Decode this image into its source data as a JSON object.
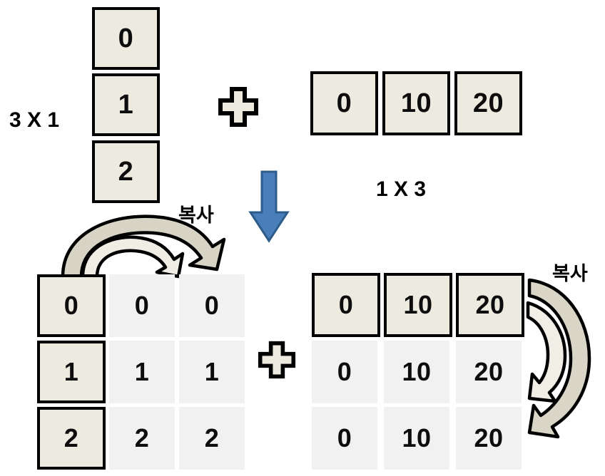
{
  "diagram": {
    "title": "NumPy broadcasting: 3x1 column plus 1x3 row",
    "colors": {
      "box_fill": "#EDEAE0",
      "ghost_fill": "#F1F1F1",
      "box_stroke": "#000000",
      "arrow_blue": "#4A7EBB",
      "arrow_blue_stroke": "#2E5C8A",
      "arrow_grey_fill": "#C9C9BC",
      "arrow_cream_fill": "#E8E4D6",
      "text": "#0D0D0D",
      "background": "#FFFFFF"
    }
  },
  "top": {
    "left_operand": {
      "shape_label": "3 X 1",
      "values": [
        "0",
        "1",
        "2"
      ]
    },
    "operator": "+",
    "right_operand": {
      "shape_label": "1 X 3",
      "values": [
        "0",
        "10",
        "20"
      ]
    },
    "transform_arrow": "down-arrow"
  },
  "bottom": {
    "copy_label_left": "복사",
    "copy_label_right": "복사",
    "operator": "+",
    "left_grid": {
      "rows": [
        [
          "0",
          "0",
          "0"
        ],
        [
          "1",
          "1",
          "1"
        ],
        [
          "2",
          "2",
          "2"
        ]
      ],
      "source_column_index": 0
    },
    "right_grid": {
      "rows": [
        [
          "0",
          "10",
          "20"
        ],
        [
          "0",
          "10",
          "20"
        ],
        [
          "0",
          "10",
          "20"
        ]
      ],
      "source_row_index": 0
    }
  },
  "icons": {
    "plus_top": "plus-icon",
    "plus_bottom": "plus-icon",
    "blue_down_arrow": "down-arrow-icon",
    "copy_arrow_left_long": "curved-copy-arrow-icon",
    "copy_arrow_left_short": "curved-copy-arrow-icon",
    "copy_arrow_right_long": "curved-copy-arrow-icon",
    "copy_arrow_right_short": "curved-copy-arrow-icon"
  }
}
